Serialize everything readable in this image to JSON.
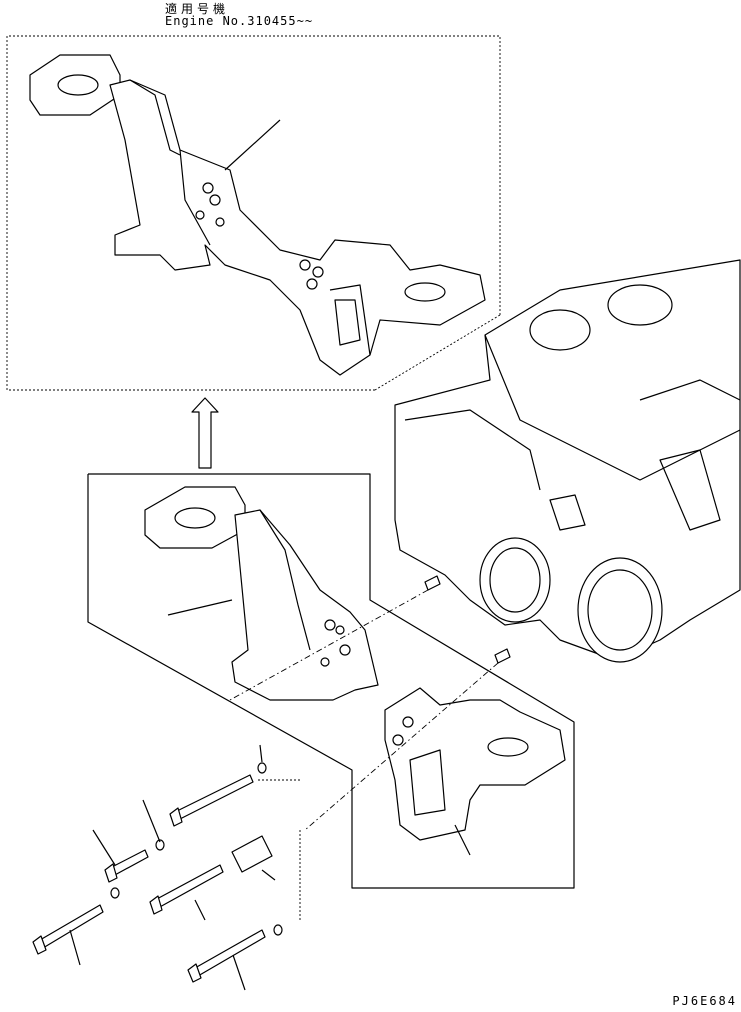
{
  "header": {
    "applicable_label_jp": "適用号機",
    "engine_number": "Engine No.310455~~"
  },
  "drawing_code": "PJ6E684",
  "icons": {
    "arrow": "up-arrow-icon"
  }
}
